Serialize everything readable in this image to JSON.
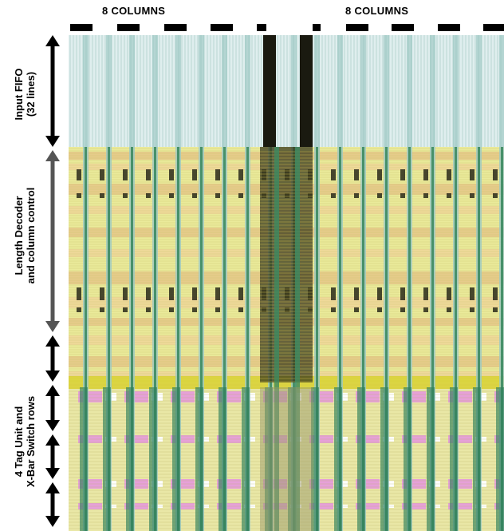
{
  "headers": {
    "left_group": "8 COLUMNS",
    "right_group": "8 COLUMNS"
  },
  "labels": {
    "input_fifo": [
      "Input FIFO",
      "(32 lines)"
    ],
    "length_decoder": [
      "Length Decoder",
      "and column control"
    ],
    "tag_unit": [
      "4 Tag Unit and",
      "X-Bar Switch rows"
    ]
  },
  "colors": {
    "fifo_bg": "#dfeeee",
    "logic_bg": "#eaea9a",
    "logic_band": "#e6c88a",
    "column_green": "#3c8a62",
    "column_teal": "#9bc9c3",
    "control_dark": "#1a1a10",
    "magenta": "#e6a0d8",
    "arrow_black": "#000000",
    "arrow_grey": "#555555"
  }
}
